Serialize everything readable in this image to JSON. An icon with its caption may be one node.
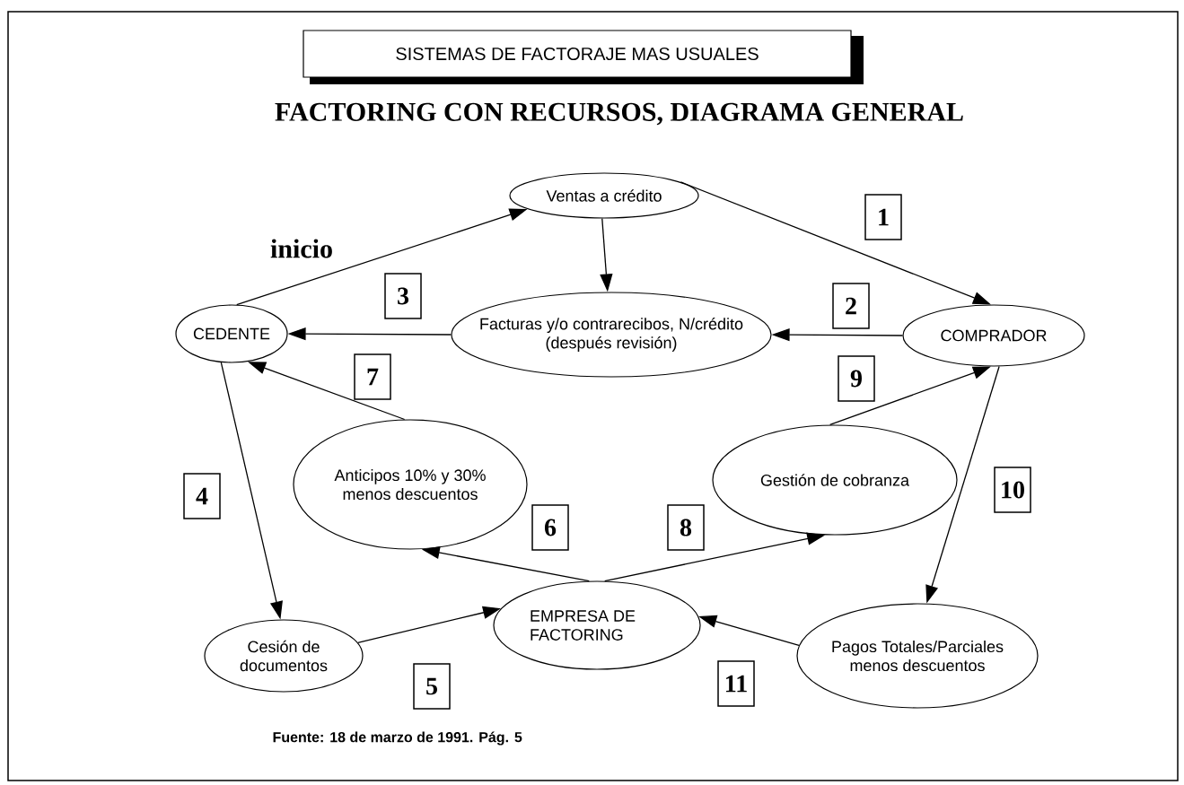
{
  "diagram": {
    "title": "FACTORING CON RECURSOS, DIAGRAMA GENERAL",
    "caption": "Fuente: 18 de marzo de 1991. Pág. 5",
    "nodes": [
      {
        "text": [
          "SISTEMAS DE FACTORAJE MAS USUALES"
        ]
      },
      {
        "text": [
          "Ventas a crédito"
        ]
      },
      {
        "text": [
          "CEDENTE"
        ]
      },
      {
        "text": [
          "Facturas y/o contrarecibos, N/crédito (después revisión)"
        ]
      },
      {
        "text": [
          "COMPRADOR"
        ]
      },
      {
        "text": [
          "Anticipos 10% y 30% menos descuentos"
        ]
      },
      {
        "text": [
          "Gestión de cobranza"
        ]
      },
      {
        "text": [
          "Cesión de documentos"
        ]
      },
      {
        "text": [
          "EMPRESA DE FACTORING"
        ]
      },
      {
        "text": [
          "Pagos Totales/Parciales menos descuentos"
        ]
      }
    ],
    "edges": [
      {
        "from": 2,
        "to": 1,
        "arrow": "to",
        "label": "inicio"
      },
      {
        "from": 1,
        "to": 4,
        "arrow": "to",
        "label": "1"
      },
      {
        "from": 1,
        "to": 3,
        "arrow": "to"
      },
      {
        "from": 4,
        "to": 3,
        "arrow": "to",
        "label": "2"
      },
      {
        "from": 3,
        "to": 2,
        "arrow": "to",
        "label": "3"
      },
      {
        "from": 2,
        "to": 7,
        "arrow": "to",
        "label": "4"
      },
      {
        "from": 7,
        "to": 8,
        "arrow": "to",
        "label": "5"
      },
      {
        "from": 8,
        "to": 5,
        "arrow": "to",
        "label": "6"
      },
      {
        "from": 5,
        "to": 2,
        "arrow": "to",
        "label": "7"
      },
      {
        "from": 8,
        "to": 6,
        "arrow": "to",
        "label": "8"
      },
      {
        "from": 6,
        "to": 4,
        "arrow": "to",
        "label": "9"
      },
      {
        "from": 4,
        "to": 9,
        "arrow": "to",
        "label": "10"
      },
      {
        "from": 9,
        "to": 8,
        "arrow": "to",
        "label": "11"
      }
    ]
  }
}
